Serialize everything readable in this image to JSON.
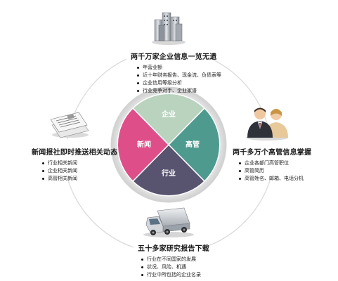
{
  "center": {
    "top_label": "企业",
    "right_label": "高管",
    "bottom_label": "行业",
    "left_label": "新闻",
    "colors": {
      "top": "#b9d3bf",
      "right": "#4e9a8f",
      "bottom": "#585470",
      "left": "#de4f8a",
      "ring": "#d9d9d9"
    }
  },
  "top_block": {
    "title": "两千万家企业信息一览无遗",
    "items": [
      "年营业额",
      "近十年财务报告、现金流、负债表等",
      "企业信用等级分析",
      "行业竞争对手、企业家谱"
    ]
  },
  "left_block": {
    "title": "新闻报社即时推送相关动态",
    "items": [
      "行业相关新闻",
      "企业相关新闻",
      "高管相关新闻"
    ]
  },
  "right_block": {
    "title": "两千多万个高管信息掌握",
    "items": [
      "企业各部门高管职位",
      "高管简历",
      "高管姓名、邮箱、电话分机"
    ]
  },
  "bottom_block": {
    "title": "五十多家研究报告下载",
    "items": [
      "行业在不同国家的发展",
      "状况、风险、机遇",
      "行业中所包括的企业名录"
    ]
  },
  "icons": [
    "buildings-icon",
    "newspaper-icon",
    "business-people-icon",
    "truck-icon"
  ]
}
